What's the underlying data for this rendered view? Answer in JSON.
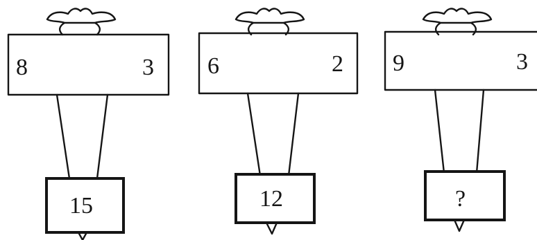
{
  "puzzle": {
    "machines": [
      {
        "left_value": "8",
        "right_value": "3",
        "output_value": "15"
      },
      {
        "left_value": "6",
        "right_value": "2",
        "output_value": "12"
      },
      {
        "left_value": "9",
        "right_value": "3",
        "output_value": "?"
      }
    ]
  },
  "colors": {
    "ink": "#151515",
    "background": "#ffffff"
  }
}
